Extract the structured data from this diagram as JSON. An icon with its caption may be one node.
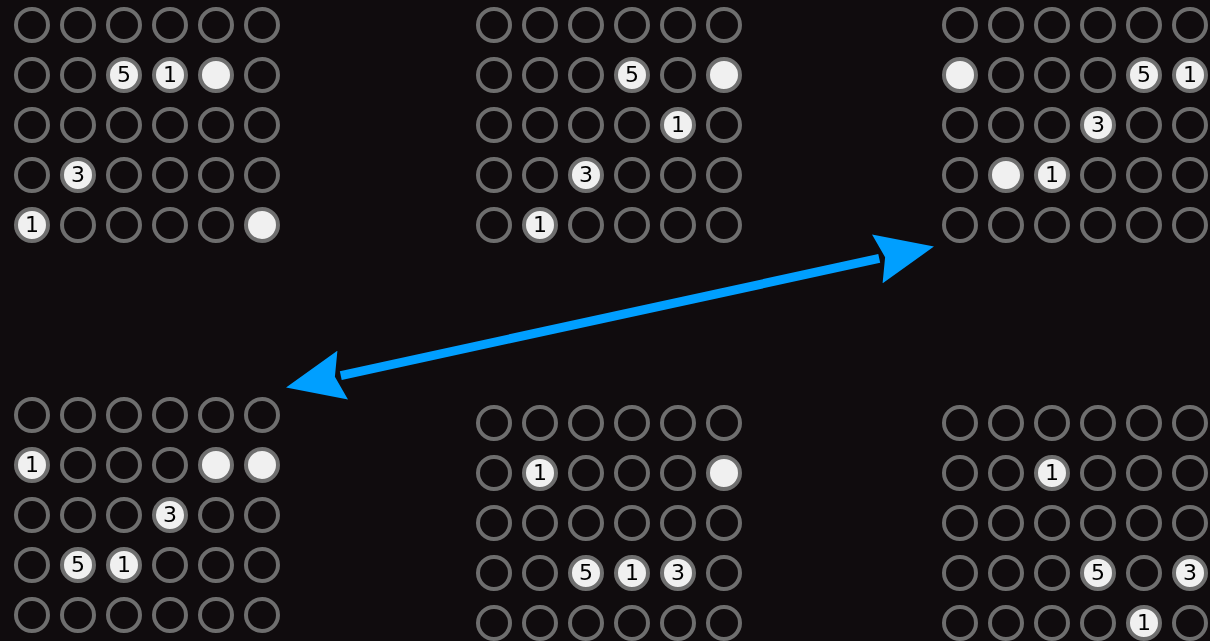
{
  "diagram": {
    "nodes": [
      {
        "text": [],
        "shape": "grid"
      },
      {
        "text": [],
        "shape": "circle",
        "in": 0
      },
      {
        "text": [],
        "shape": "circle",
        "in": 0
      },
      {
        "text": [],
        "shape": "circle",
        "in": 0
      },
      {
        "text": [],
        "shape": "circle",
        "in": 0
      },
      {
        "text": [],
        "shape": "circle",
        "in": 0
      },
      {
        "text": [],
        "shape": "circle",
        "in": 0
      },
      {
        "text": [],
        "shape": "circle",
        "in": 0
      },
      {
        "text": [],
        "shape": "circle",
        "in": 0
      },
      {
        "text": [
          "5"
        ],
        "in": 0
      },
      {
        "text": [
          "1"
        ],
        "in": 0
      },
      {
        "text": [],
        "shape": "disc",
        "in": 0
      },
      {
        "text": [],
        "shape": "circle",
        "in": 0
      },
      {
        "text": [],
        "shape": "circle",
        "in": 0
      },
      {
        "text": [],
        "shape": "circle",
        "in": 0
      },
      {
        "text": [],
        "shape": "circle",
        "in": 0
      },
      {
        "text": [],
        "shape": "circle",
        "in": 0
      },
      {
        "text": [],
        "shape": "circle",
        "in": 0
      },
      {
        "text": [],
        "shape": "circle",
        "in": 0
      },
      {
        "text": [],
        "shape": "circle",
        "in": 0
      },
      {
        "text": [
          "3"
        ],
        "in": 0
      },
      {
        "text": [],
        "shape": "circle",
        "in": 0
      },
      {
        "text": [],
        "shape": "circle",
        "in": 0
      },
      {
        "text": [],
        "shape": "circle",
        "in": 0
      },
      {
        "text": [],
        "shape": "circle",
        "in": 0
      },
      {
        "text": [
          "1"
        ],
        "in": 0
      },
      {
        "text": [],
        "shape": "circle",
        "in": 0
      },
      {
        "text": [],
        "shape": "circle",
        "in": 0
      },
      {
        "text": [],
        "shape": "circle",
        "in": 0
      },
      {
        "text": [],
        "shape": "circle",
        "in": 0
      },
      {
        "text": [],
        "shape": "disc",
        "in": 0
      },
      {
        "text": [],
        "shape": "grid"
      },
      {
        "text": [],
        "shape": "circle",
        "in": 31
      },
      {
        "text": [],
        "shape": "circle",
        "in": 31
      },
      {
        "text": [],
        "shape": "circle",
        "in": 31
      },
      {
        "text": [],
        "shape": "circle",
        "in": 31
      },
      {
        "text": [],
        "shape": "circle",
        "in": 31
      },
      {
        "text": [],
        "shape": "circle",
        "in": 31
      },
      {
        "text": [],
        "shape": "circle",
        "in": 31
      },
      {
        "text": [],
        "shape": "circle",
        "in": 31
      },
      {
        "text": [],
        "shape": "circle",
        "in": 31
      },
      {
        "text": [
          "5"
        ],
        "in": 31
      },
      {
        "text": [],
        "shape": "circle",
        "in": 31
      },
      {
        "text": [],
        "shape": "disc",
        "in": 31
      },
      {
        "text": [],
        "shape": "circle",
        "in": 31
      },
      {
        "text": [],
        "shape": "circle",
        "in": 31
      },
      {
        "text": [],
        "shape": "circle",
        "in": 31
      },
      {
        "text": [],
        "shape": "circle",
        "in": 31
      },
      {
        "text": [
          "1"
        ],
        "in": 31
      },
      {
        "text": [],
        "shape": "circle",
        "in": 31
      },
      {
        "text": [],
        "shape": "circle",
        "in": 31
      },
      {
        "text": [],
        "shape": "circle",
        "in": 31
      },
      {
        "text": [
          "3"
        ],
        "in": 31
      },
      {
        "text": [],
        "shape": "circle",
        "in": 31
      },
      {
        "text": [],
        "shape": "circle",
        "in": 31
      },
      {
        "text": [],
        "shape": "circle",
        "in": 31
      },
      {
        "text": [],
        "shape": "circle",
        "in": 31
      },
      {
        "text": [
          "1"
        ],
        "in": 31
      },
      {
        "text": [],
        "shape": "circle",
        "in": 31
      },
      {
        "text": [],
        "shape": "circle",
        "in": 31
      },
      {
        "text": [],
        "shape": "circle",
        "in": 31
      },
      {
        "text": [],
        "shape": "circle",
        "in": 31
      },
      {
        "text": [],
        "shape": "grid"
      },
      {
        "text": [],
        "shape": "circle",
        "in": 62
      },
      {
        "text": [],
        "shape": "circle",
        "in": 62
      },
      {
        "text": [],
        "shape": "circle",
        "in": 62
      },
      {
        "text": [],
        "shape": "circle",
        "in": 62
      },
      {
        "text": [],
        "shape": "circle",
        "in": 62
      },
      {
        "text": [],
        "shape": "circle",
        "in": 62
      },
      {
        "text": [],
        "shape": "disc",
        "in": 62
      },
      {
        "text": [],
        "shape": "circle",
        "in": 62
      },
      {
        "text": [],
        "shape": "circle",
        "in": 62
      },
      {
        "text": [],
        "shape": "circle",
        "in": 62
      },
      {
        "text": [
          "5"
        ],
        "in": 62
      },
      {
        "text": [
          "1"
        ],
        "in": 62
      },
      {
        "text": [],
        "shape": "circle",
        "in": 62
      },
      {
        "text": [],
        "shape": "circle",
        "in": 62
      },
      {
        "text": [],
        "shape": "circle",
        "in": 62
      },
      {
        "text": [
          "3"
        ],
        "in": 62
      },
      {
        "text": [],
        "shape": "circle",
        "in": 62
      },
      {
        "text": [],
        "shape": "circle",
        "in": 62
      },
      {
        "text": [],
        "shape": "circle",
        "in": 62
      },
      {
        "text": [],
        "shape": "disc",
        "in": 62
      },
      {
        "text": [
          "1"
        ],
        "in": 62
      },
      {
        "text": [],
        "shape": "circle",
        "in": 62
      },
      {
        "text": [],
        "shape": "circle",
        "in": 62
      },
      {
        "text": [],
        "shape": "circle",
        "in": 62
      },
      {
        "text": [],
        "shape": "circle",
        "in": 62
      },
      {
        "text": [],
        "shape": "circle",
        "in": 62
      },
      {
        "text": [],
        "shape": "circle",
        "in": 62
      },
      {
        "text": [],
        "shape": "circle",
        "in": 62
      },
      {
        "text": [],
        "shape": "circle",
        "in": 62
      },
      {
        "text": [],
        "shape": "circle",
        "in": 62
      },
      {
        "text": [],
        "shape": "grid"
      },
      {
        "text": [],
        "shape": "circle",
        "in": 93
      },
      {
        "text": [],
        "shape": "circle",
        "in": 93
      },
      {
        "text": [],
        "shape": "circle",
        "in": 93
      },
      {
        "text": [],
        "shape": "circle",
        "in": 93
      },
      {
        "text": [],
        "shape": "circle",
        "in": 93
      },
      {
        "text": [],
        "shape": "circle",
        "in": 93
      },
      {
        "text": [
          "1"
        ],
        "in": 93
      },
      {
        "text": [],
        "shape": "circle",
        "in": 93
      },
      {
        "text": [],
        "shape": "circle",
        "in": 93
      },
      {
        "text": [],
        "shape": "circle",
        "in": 93
      },
      {
        "text": [],
        "shape": "disc",
        "in": 93
      },
      {
        "text": [],
        "shape": "disc",
        "in": 93
      },
      {
        "text": [],
        "shape": "circle",
        "in": 93
      },
      {
        "text": [],
        "shape": "circle",
        "in": 93
      },
      {
        "text": [],
        "shape": "circle",
        "in": 93
      },
      {
        "text": [
          "3"
        ],
        "in": 93
      },
      {
        "text": [],
        "shape": "circle",
        "in": 93
      },
      {
        "text": [],
        "shape": "circle",
        "in": 93
      },
      {
        "text": [],
        "shape": "circle",
        "in": 93
      },
      {
        "text": [
          "5"
        ],
        "in": 93
      },
      {
        "text": [
          "1"
        ],
        "in": 93
      },
      {
        "text": [],
        "shape": "circle",
        "in": 93
      },
      {
        "text": [],
        "shape": "circle",
        "in": 93
      },
      {
        "text": [],
        "shape": "circle",
        "in": 93
      },
      {
        "text": [],
        "shape": "circle",
        "in": 93
      },
      {
        "text": [],
        "shape": "circle",
        "in": 93
      },
      {
        "text": [],
        "shape": "circle",
        "in": 93
      },
      {
        "text": [],
        "shape": "circle",
        "in": 93
      },
      {
        "text": [],
        "shape": "circle",
        "in": 93
      },
      {
        "text": [],
        "shape": "circle",
        "in": 93
      },
      {
        "text": [],
        "shape": "grid"
      },
      {
        "text": [],
        "shape": "circle",
        "in": 124
      },
      {
        "text": [],
        "shape": "circle",
        "in": 124
      },
      {
        "text": [],
        "shape": "circle",
        "in": 124
      },
      {
        "text": [],
        "shape": "circle",
        "in": 124
      },
      {
        "text": [],
        "shape": "circle",
        "in": 124
      },
      {
        "text": [],
        "shape": "circle",
        "in": 124
      },
      {
        "text": [],
        "shape": "circle",
        "in": 124
      },
      {
        "text": [
          "1"
        ],
        "in": 124
      },
      {
        "text": [],
        "shape": "circle",
        "in": 124
      },
      {
        "text": [],
        "shape": "circle",
        "in": 124
      },
      {
        "text": [],
        "shape": "circle",
        "in": 124
      },
      {
        "text": [],
        "shape": "disc",
        "in": 124
      },
      {
        "text": [],
        "shape": "circle",
        "in": 124
      },
      {
        "text": [],
        "shape": "circle",
        "in": 124
      },
      {
        "text": [],
        "shape": "circle",
        "in": 124
      },
      {
        "text": [],
        "shape": "circle",
        "in": 124
      },
      {
        "text": [],
        "shape": "circle",
        "in": 124
      },
      {
        "text": [],
        "shape": "circle",
        "in": 124
      },
      {
        "text": [],
        "shape": "circle",
        "in": 124
      },
      {
        "text": [],
        "shape": "circle",
        "in": 124
      },
      {
        "text": [
          "5"
        ],
        "in": 124
      },
      {
        "text": [
          "1"
        ],
        "in": 124
      },
      {
        "text": [
          "3"
        ],
        "in": 124
      },
      {
        "text": [],
        "shape": "circle",
        "in": 124
      },
      {
        "text": [],
        "shape": "circle",
        "in": 124
      },
      {
        "text": [],
        "shape": "circle",
        "in": 124
      },
      {
        "text": [],
        "shape": "circle",
        "in": 124
      },
      {
        "text": [],
        "shape": "circle",
        "in": 124
      },
      {
        "text": [],
        "shape": "circle",
        "in": 124
      },
      {
        "text": [],
        "shape": "circle",
        "in": 124
      },
      {
        "text": [],
        "shape": "grid"
      },
      {
        "text": [],
        "shape": "circle",
        "in": 155
      },
      {
        "text": [],
        "shape": "circle",
        "in": 155
      },
      {
        "text": [],
        "shape": "circle",
        "in": 155
      },
      {
        "text": [],
        "shape": "circle",
        "in": 155
      },
      {
        "text": [],
        "shape": "circle",
        "in": 155
      },
      {
        "text": [],
        "shape": "circle",
        "in": 155
      },
      {
        "text": [],
        "shape": "circle",
        "in": 155
      },
      {
        "text": [],
        "shape": "circle",
        "in": 155
      },
      {
        "text": [
          "1"
        ],
        "in": 155
      },
      {
        "text": [],
        "shape": "circle",
        "in": 155
      },
      {
        "text": [],
        "shape": "circle",
        "in": 155
      },
      {
        "text": [],
        "shape": "circle",
        "in": 155
      },
      {
        "text": [],
        "shape": "circle",
        "in": 155
      },
      {
        "text": [],
        "shape": "circle",
        "in": 155
      },
      {
        "text": [],
        "shape": "circle",
        "in": 155
      },
      {
        "text": [],
        "shape": "circle",
        "in": 155
      },
      {
        "text": [],
        "shape": "circle",
        "in": 155
      },
      {
        "text": [],
        "shape": "circle",
        "in": 155
      },
      {
        "text": [],
        "shape": "circle",
        "in": 155
      },
      {
        "text": [],
        "shape": "circle",
        "in": 155
      },
      {
        "text": [],
        "shape": "circle",
        "in": 155
      },
      {
        "text": [
          "5"
        ],
        "in": 155
      },
      {
        "text": [],
        "shape": "circle",
        "in": 155
      },
      {
        "text": [
          "3"
        ],
        "in": 155
      },
      {
        "text": [],
        "shape": "circle",
        "in": 155
      },
      {
        "text": [],
        "shape": "circle",
        "in": 155
      },
      {
        "text": [],
        "shape": "circle",
        "in": 155
      },
      {
        "text": [],
        "shape": "circle",
        "in": 155
      },
      {
        "text": [
          "1"
        ],
        "in": 155
      },
      {
        "text": [],
        "shape": "circle",
        "in": 155
      }
    ],
    "edges": [
      {
        "from": 62,
        "to": 93,
        "arrow": "both"
      }
    ]
  }
}
